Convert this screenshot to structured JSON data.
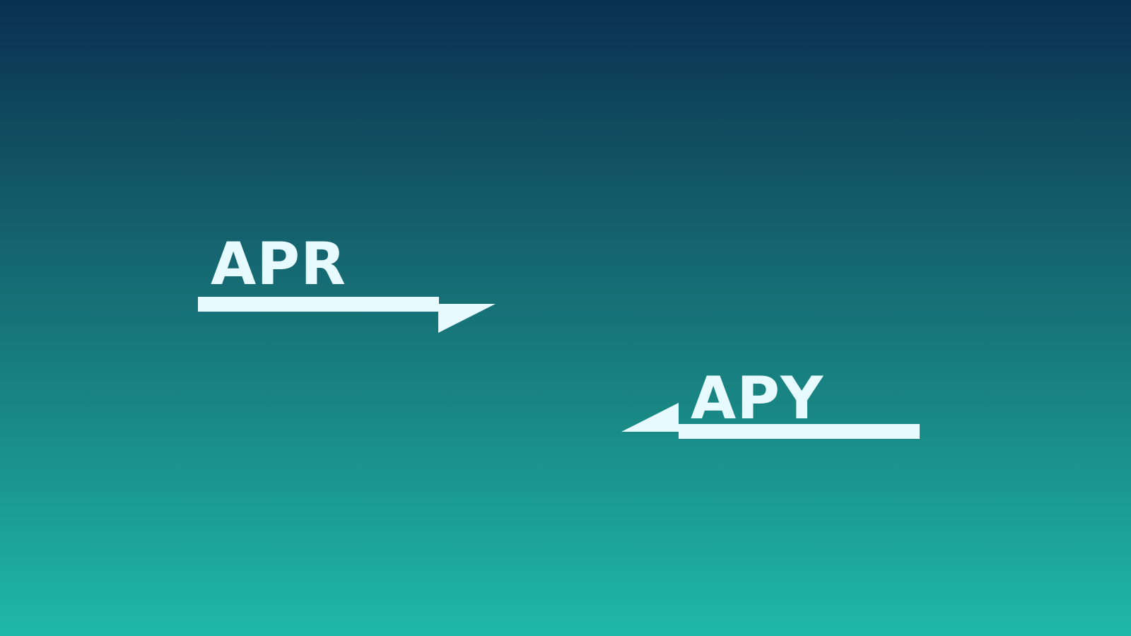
{
  "labels": {
    "top": "APR",
    "bottom": "APY"
  },
  "arrows": {
    "top_direction": "right",
    "bottom_direction": "left"
  },
  "colors": {
    "background_top": "#0a3050",
    "background_bottom": "#1eb9a7",
    "foreground": "#e6faff"
  }
}
